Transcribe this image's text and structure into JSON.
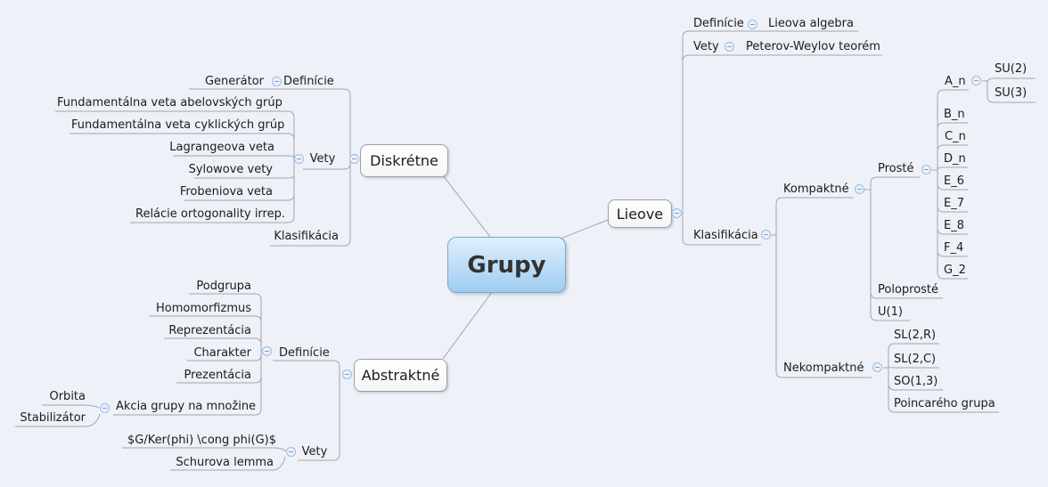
{
  "root": {
    "label": "Grupy"
  },
  "diskretne": {
    "label": "Diskrétne",
    "definicie": {
      "label": "Definície",
      "generator": {
        "label": "Generátor"
      }
    },
    "vety": {
      "label": "Vety",
      "items": [
        "Fundamentálna veta abelovských grúp",
        "Fundamentálna veta cyklických grúp",
        "Lagrangeova veta",
        "Sylowove vety",
        "Frobeniova veta",
        "Relácie ortogonality irrep."
      ]
    },
    "klasifikacia": {
      "label": "Klasifikácia"
    }
  },
  "abstraktne": {
    "label": "Abstraktné",
    "definicie": {
      "label": "Definície",
      "items": [
        "Podgrupa",
        "Homomorfizmus",
        "Reprezentácia",
        "Charakter",
        "Prezentácia"
      ],
      "akcia": {
        "label": "Akcia grupy na množine",
        "orbita": {
          "label": "Orbita"
        },
        "stabilizator": {
          "label": "Stabilizátor"
        }
      }
    },
    "vety": {
      "label": "Vety",
      "items": [
        "$G/Ker(phi) \\cong phi(G)$",
        "Schurova lemma"
      ]
    }
  },
  "lieove": {
    "label": "Lieove",
    "definicie": {
      "label": "Definície",
      "lieova_algebra": {
        "label": "Lieova algebra"
      }
    },
    "vety": {
      "label": "Vety",
      "teorem": {
        "label": "Peterov-Weylov teorém"
      }
    },
    "klasifikacia": {
      "label": "Klasifikácia",
      "kompaktne": {
        "label": "Kompaktné",
        "proste": {
          "label": "Prosté",
          "series": [
            "A_n",
            "B_n",
            "C_n",
            "D_n",
            "E_6",
            "E_7",
            "E_8",
            "F_4",
            "G_2"
          ],
          "su": [
            "SU(2)",
            "SU(3)"
          ]
        },
        "poloproste": {
          "label": "Poloprosté"
        },
        "u1": {
          "label": "U(1)"
        }
      },
      "nekompaktne": {
        "label": "Nekompaktné",
        "items": [
          "SL(2,R)",
          "SL(2,C)",
          "SO(1,3)",
          "Poincarého grupa"
        ]
      }
    }
  },
  "colors": {
    "background": "#eef1f8",
    "edge": "#a3a6ad",
    "root_node_top": "#def0fe",
    "root_node_bottom": "#9fccf1",
    "bubble_border": "#999da5",
    "fold_icon_border": "#9dbce0",
    "fold_icon_fill": "#e9f1fb",
    "text": "#1c1c1c"
  }
}
